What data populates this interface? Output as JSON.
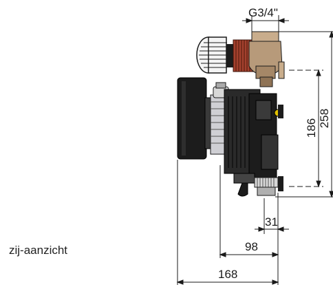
{
  "caption": "zij-aanzicht",
  "dimensions": {
    "thread": "G3/4\"",
    "height_total": "258",
    "height_center": "186",
    "depth_31": "31",
    "depth_98": "98",
    "depth_168": "168"
  },
  "colors": {
    "line": "#1a1a1a",
    "body_dark": "#1c1c1c",
    "body_mid": "#3a3a3a",
    "brass": "#b79a7a",
    "copper": "#a4412e",
    "accent_yellow": "#e0c000",
    "chrome": "#d8d8d8"
  }
}
